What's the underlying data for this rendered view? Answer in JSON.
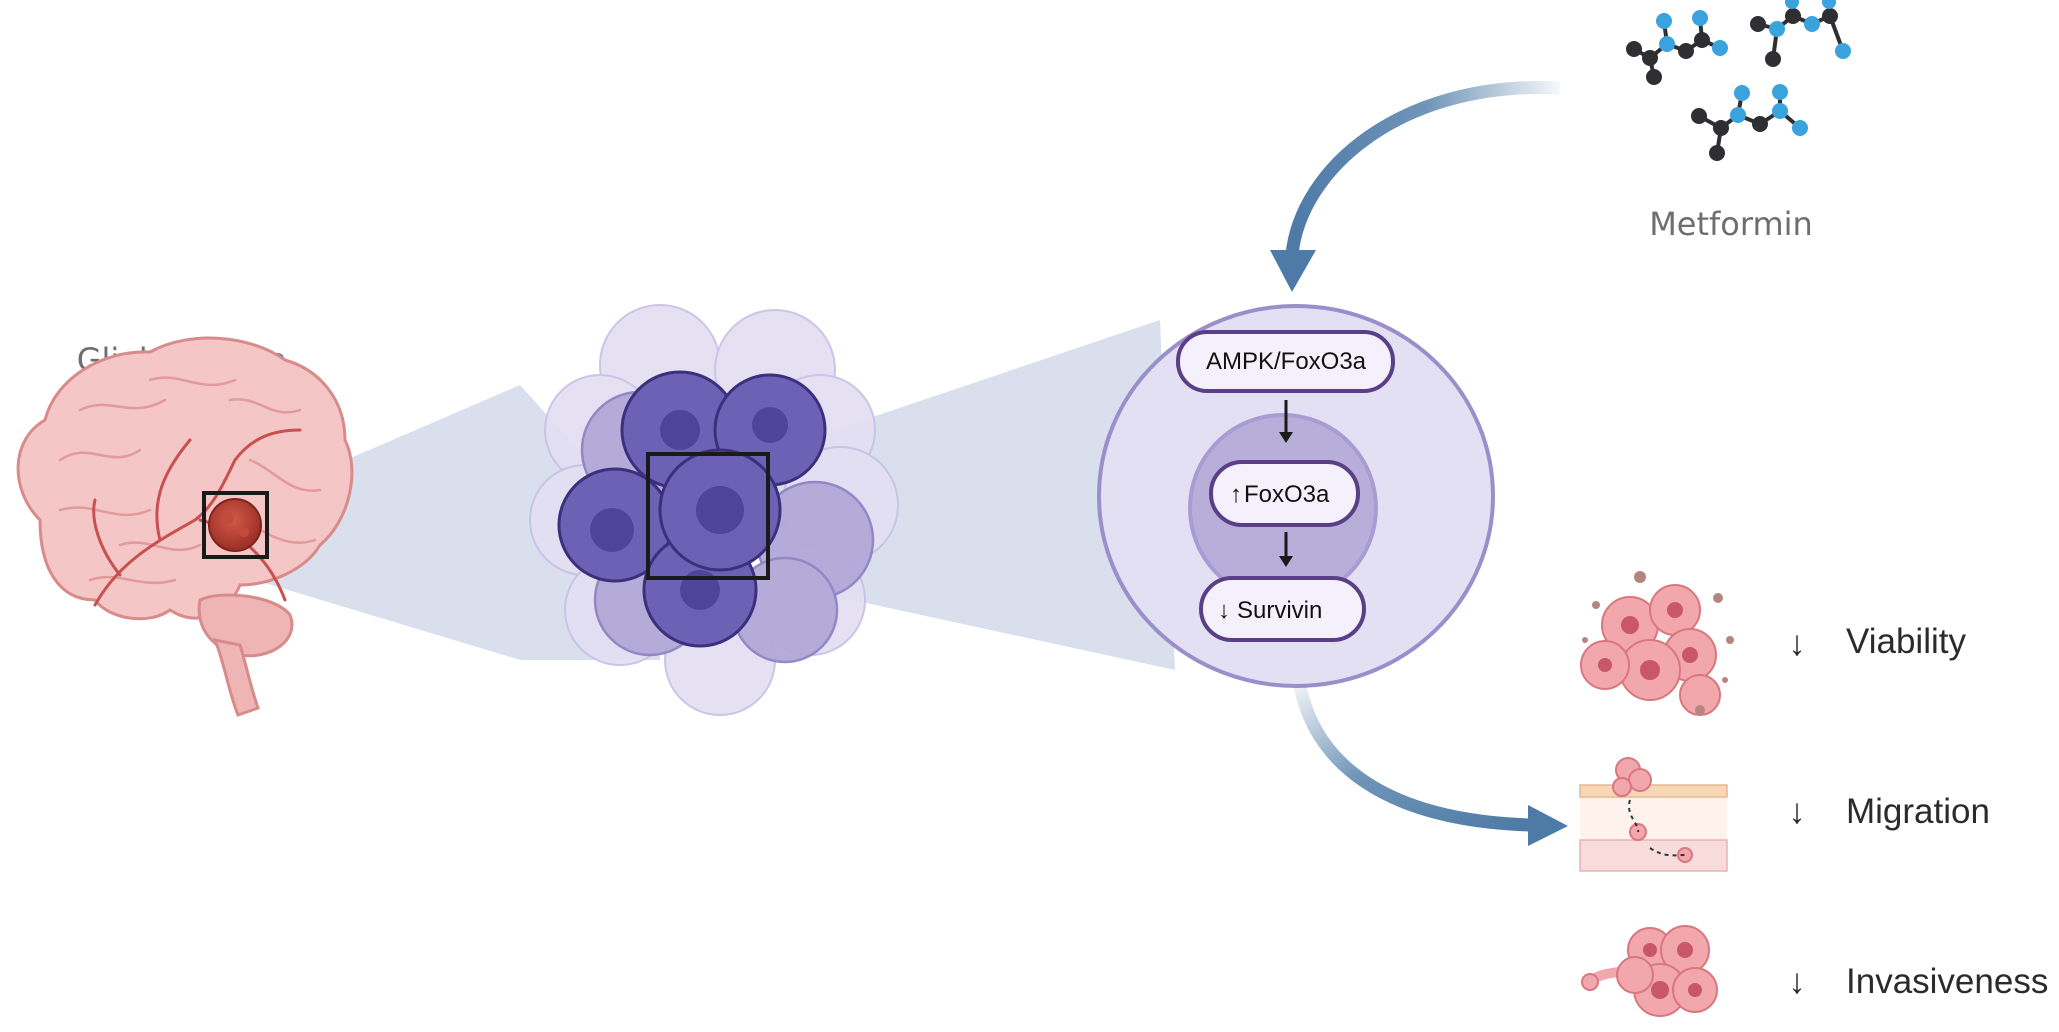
{
  "labels": {
    "glioblastoma": "Glioblastoma",
    "metformin": "Metformin"
  },
  "pathway": {
    "node1": "AMPK/FoxO3a",
    "node2": {
      "arrow": "↑",
      "text": "FoxO3a"
    },
    "node3": {
      "arrow": "↓",
      "text": "Survivin"
    }
  },
  "outcomes": [
    {
      "arrow": "↓",
      "label": "Viability"
    },
    {
      "arrow": "↓",
      "label": "Migration"
    },
    {
      "arrow": "↓",
      "label": "Invasiveness"
    }
  ],
  "colors": {
    "brain": "#f4c6c6",
    "brain_outline": "#d98a8a",
    "tumor": "#b83b2e",
    "cell_purple": "#6a5fb3",
    "cell_light": "#b7afd9",
    "cell_outer": "#e6e2f4",
    "cell_outline": "#9b8fcb",
    "pill_fill": "#f5f1fc",
    "pill_outline": "#5b3f86",
    "arrow_blue": "#4d7aa6",
    "beam": "#d5dcea",
    "molecule_dark": "#2f2f33",
    "molecule_blue": "#3aa3de",
    "cancer_pink": "#f2a7ac"
  }
}
